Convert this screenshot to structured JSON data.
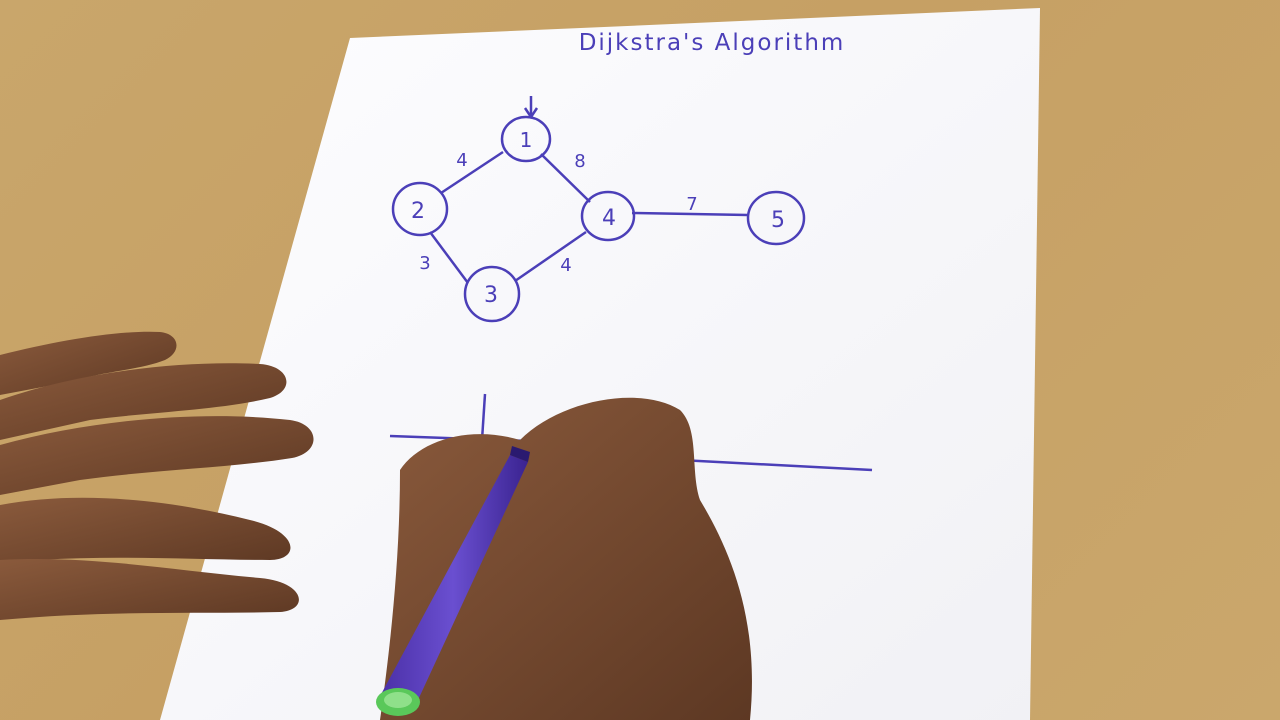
{
  "page": {
    "title": "Dijkstra's Algorithm",
    "ink_color": "#4b3fb8",
    "paper_color": "#fbfbfd",
    "table_color": "#c9a66b"
  },
  "graph": {
    "start_marker": "arrow-into-node-1",
    "nodes": [
      {
        "id": "node-1",
        "label": "1"
      },
      {
        "id": "node-2",
        "label": "2"
      },
      {
        "id": "node-3",
        "label": "3"
      },
      {
        "id": "node-4",
        "label": "4"
      },
      {
        "id": "node-5",
        "label": "5"
      }
    ],
    "edges": [
      {
        "id": "edge-1-2",
        "from": "1",
        "to": "2",
        "weight": "4"
      },
      {
        "id": "edge-1-4",
        "from": "1",
        "to": "4",
        "weight": "8"
      },
      {
        "id": "edge-2-3",
        "from": "2",
        "to": "3",
        "weight": "3"
      },
      {
        "id": "edge-3-4",
        "from": "3",
        "to": "4",
        "weight": "4"
      },
      {
        "id": "edge-4-5",
        "from": "4",
        "to": "5",
        "weight": "7"
      }
    ]
  }
}
